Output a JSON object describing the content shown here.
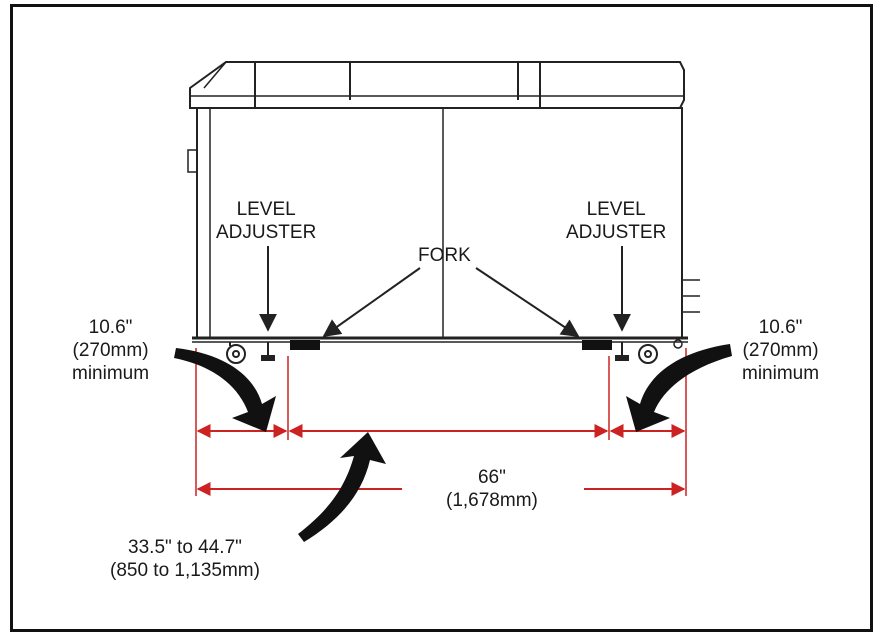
{
  "labels": {
    "level_left": [
      "LEVEL",
      "ADJUSTER"
    ],
    "level_right": [
      "LEVEL",
      "ADJUSTER"
    ],
    "fork": "FORK",
    "clear_left": [
      "10.6\"",
      "(270mm)",
      "minimum"
    ],
    "clear_right": [
      "10.6\"",
      "(270mm)",
      "minimum"
    ],
    "overall": [
      "66\"",
      "(1,678mm)"
    ],
    "fork_span": [
      "33.5\" to 44.7\"",
      "(850 to 1,135mm)"
    ]
  },
  "colors": {
    "outline": "#222222",
    "dimension": "#cc2222",
    "arrow_fill": "#111111"
  }
}
